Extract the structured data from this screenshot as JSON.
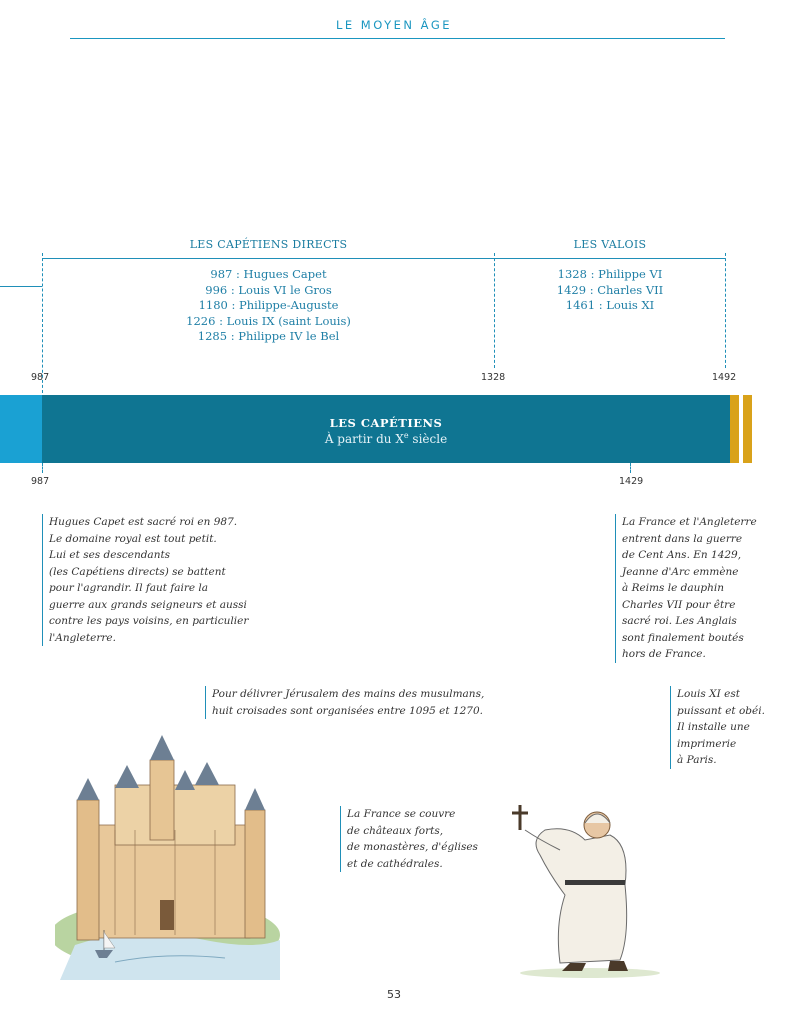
{
  "header": {
    "title": "LE MOYEN ÂGE"
  },
  "timeline": {
    "period_left": "LES CAPÉTIENS DIRECTS",
    "period_right": "LES VALOIS",
    "kings_left": [
      "987 : Hugues Capet",
      "996 : Louis VI le Gros",
      "1180 : Philippe-Auguste",
      "1226 : Louis IX (saint Louis)",
      "1285 : Philippe IV le Bel"
    ],
    "kings_right": [
      "1328 : Philippe VI",
      "1429 : Charles VII",
      "1461 : Louis XI"
    ],
    "top_years": [
      "987",
      "1328",
      "1492"
    ],
    "bottom_years": [
      "987",
      "1429"
    ]
  },
  "band": {
    "title": "LES CAPÉTIENS",
    "subtitle_prefix": "À partir du X",
    "subtitle_sup": "e",
    "subtitle_suffix": " siècle"
  },
  "notes": {
    "capet": [
      "Hugues Capet est sacré roi en 987.",
      "Le domaine royal est tout petit.",
      "Lui et ses descendants",
      "(les Capétiens directs) se battent",
      "pour l'agrandir. Il faut faire la",
      "guerre aux grands seigneurs et aussi",
      "contre les pays voisins, en particulier",
      "l'Angleterre."
    ],
    "cent_ans": [
      "La France et l'Angleterre",
      "entrent dans la guerre",
      "de Cent Ans. En 1429,",
      "Jeanne d'Arc emmène",
      "à Reims le dauphin",
      "Charles VII pour être",
      "sacré roi. Les Anglais",
      "sont finalement boutés",
      "hors de France."
    ],
    "croisades": [
      "Pour délivrer Jérusalem des mains des musulmans,",
      "huit croisades sont organisées entre 1095 et 1270."
    ],
    "louis_xi": [
      "Louis XI est",
      "puissant et obéi.",
      "Il installe une",
      "imprimerie",
      "à Paris."
    ],
    "chateaux": [
      "La France se couvre",
      "de châteaux forts,",
      "de monastères, d'églises",
      "et de cathédrales."
    ]
  },
  "page_number": "53"
}
